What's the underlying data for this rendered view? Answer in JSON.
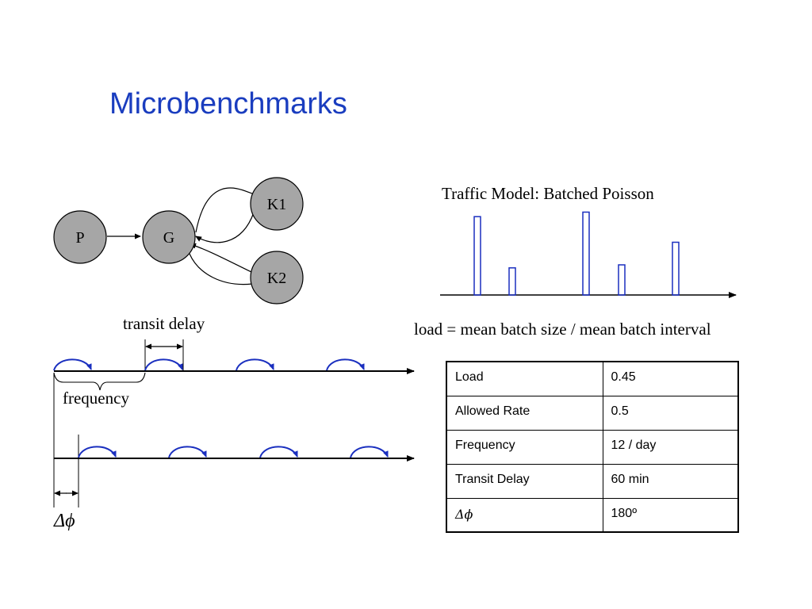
{
  "title": "Microbenchmarks",
  "graph": {
    "nodes": {
      "p": "P",
      "g": "G",
      "k1": "K1",
      "k2": "K2"
    }
  },
  "traffic": {
    "caption": "Traffic Model: Batched Poisson",
    "batches": [
      0.52,
      0.18,
      0.55,
      0.2,
      0.35
    ],
    "formula": "load = mean batch size / mean batch interval"
  },
  "timeline": {
    "transit_label": "transit delay",
    "frequency_label": "frequency",
    "phase_label": "Δϕ"
  },
  "params_table": [
    {
      "key": "Load",
      "value": "0.45"
    },
    {
      "key": "Allowed Rate",
      "value": "0.5"
    },
    {
      "key": "Frequency",
      "value": "12 / day"
    },
    {
      "key": "Transit Delay",
      "value": "60 min"
    },
    {
      "key": "Δϕ",
      "value": "180º"
    }
  ],
  "colors": {
    "title": "#1a3dbf",
    "arc": "#1a2fbf",
    "node_fill": "#a6a6a6",
    "bar": "#1a2fbf"
  }
}
